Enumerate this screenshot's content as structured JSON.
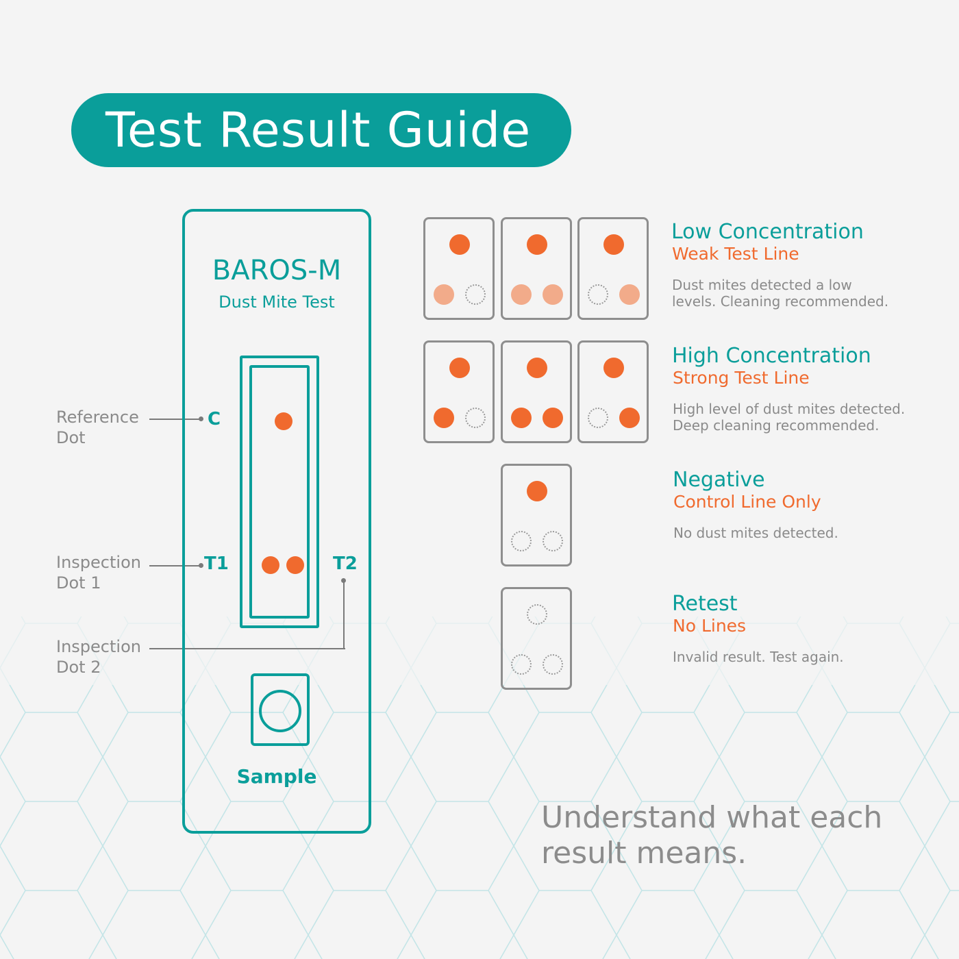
{
  "title": "Test Result Guide",
  "device": {
    "brand": "BAROS-M",
    "subtitle": "Dust Mite Test",
    "sample_label": "Sample",
    "markers": {
      "c": "C",
      "t1": "T1",
      "t2": "T2"
    }
  },
  "callouts": {
    "reference": [
      "Reference",
      "Dot"
    ],
    "inspection1": [
      "Inspection",
      "Dot 1"
    ],
    "inspection2": [
      "Inspection",
      "Dot 2"
    ]
  },
  "results": [
    {
      "title": "Low Concentration",
      "subtitle": "Weak Test Line",
      "description": "Dust mites detected a low levels. Cleaning recommended.",
      "cards": [
        {
          "c": "strong",
          "t1": "weak",
          "t2": "empty"
        },
        {
          "c": "strong",
          "t1": "weak",
          "t2": "weak"
        },
        {
          "c": "strong",
          "t1": "empty",
          "t2": "weak"
        }
      ]
    },
    {
      "title": "High Concentration",
      "subtitle": "Strong Test Line",
      "description": "High level of dust mites detected. Deep cleaning recommended.",
      "cards": [
        {
          "c": "strong",
          "t1": "strong",
          "t2": "empty"
        },
        {
          "c": "strong",
          "t1": "strong",
          "t2": "strong"
        },
        {
          "c": "strong",
          "t1": "empty",
          "t2": "strong"
        }
      ]
    },
    {
      "title": "Negative",
      "subtitle": "Control Line Only",
      "description": "No dust mites detected.",
      "cards": [
        {
          "c": "strong",
          "t1": "empty",
          "t2": "empty"
        }
      ]
    },
    {
      "title": "Retest",
      "subtitle": "No Lines",
      "description": "Invalid result. Test again.",
      "cards": [
        {
          "c": "empty",
          "t1": "empty",
          "t2": "empty"
        }
      ]
    }
  ],
  "tagline": "Understand what each result means.",
  "colors": {
    "teal": "#0a9e9a",
    "orange": "#f06a2e",
    "light_orange": "#f2ab8a",
    "gray": "#8a8a8a"
  }
}
